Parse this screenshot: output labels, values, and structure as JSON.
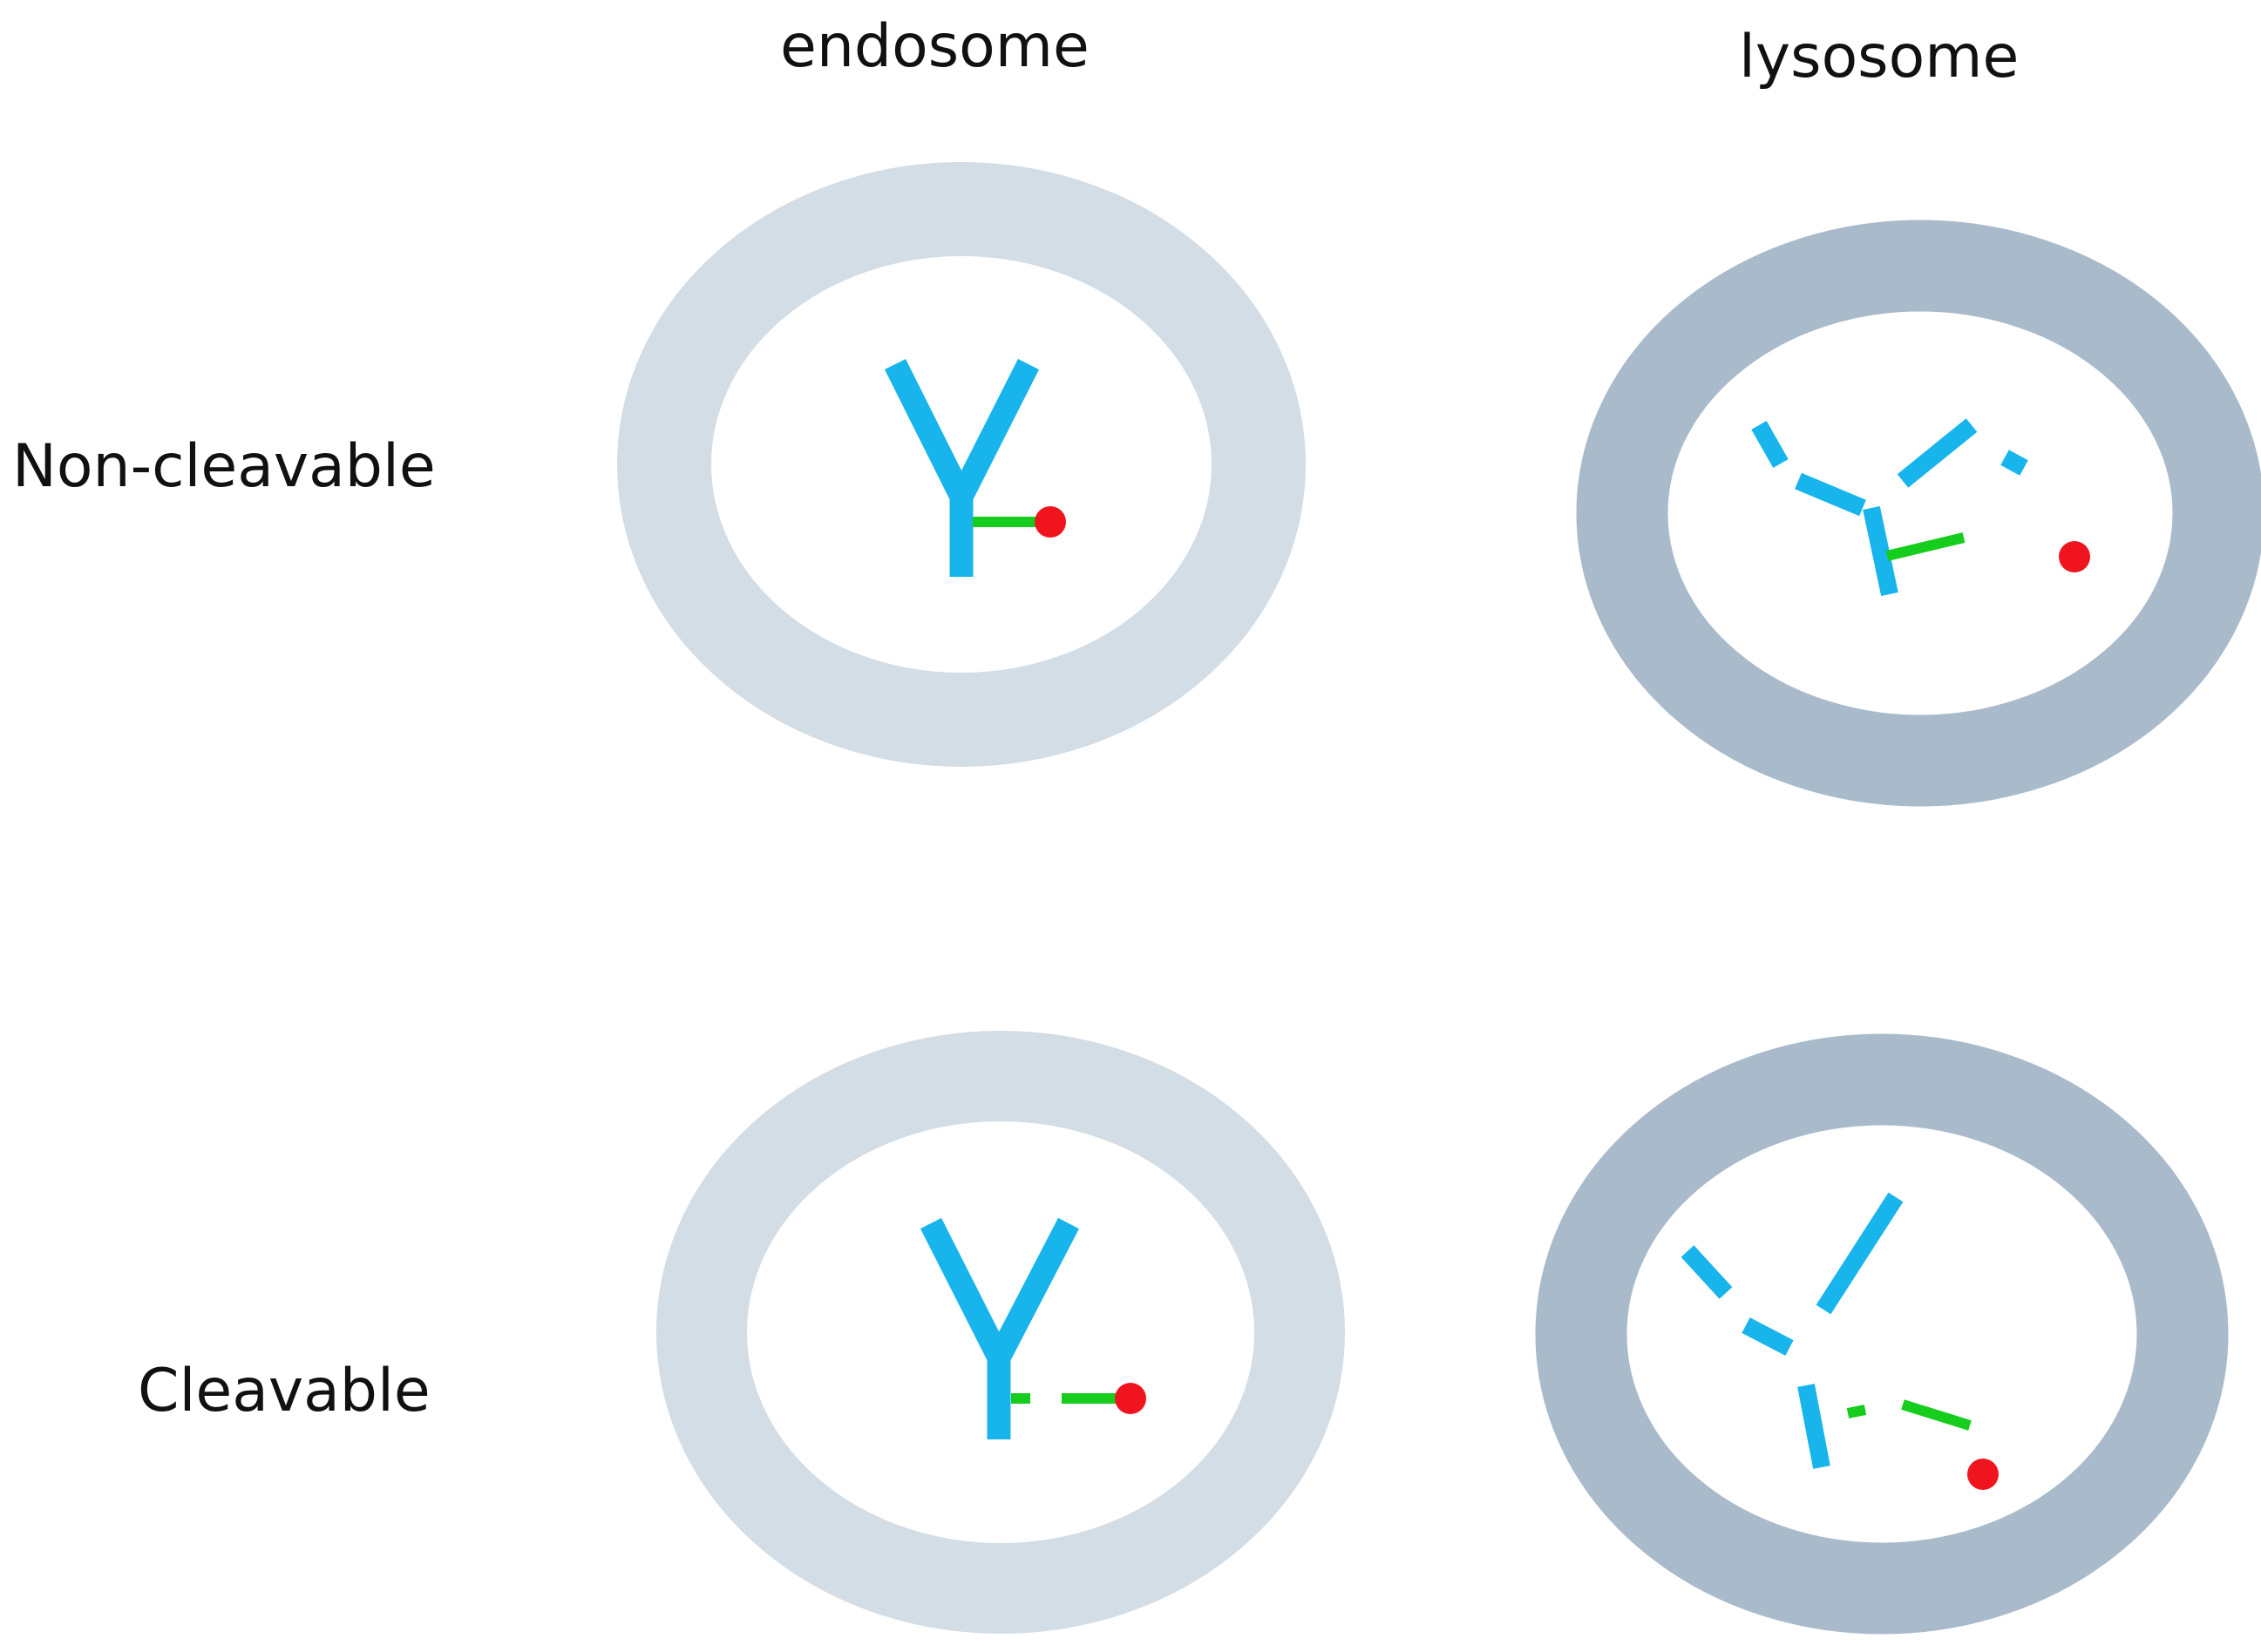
{
  "columns": {
    "endosome": "endosome",
    "lysosome": "lysosome"
  },
  "rows": {
    "non_cleavable": "Non-cleavable",
    "cleavable": "Cleavable"
  },
  "colors": {
    "endosome_membrane": "#d3dde6",
    "lysosome_membrane": "#a9bacb",
    "antibody": "#18b4ec",
    "linker": "#16cc1c",
    "payload": "#f0141e"
  },
  "icons": {
    "antibody": "y-shaped-antibody-icon",
    "linker": "linker-line",
    "payload": "payload-dot"
  }
}
